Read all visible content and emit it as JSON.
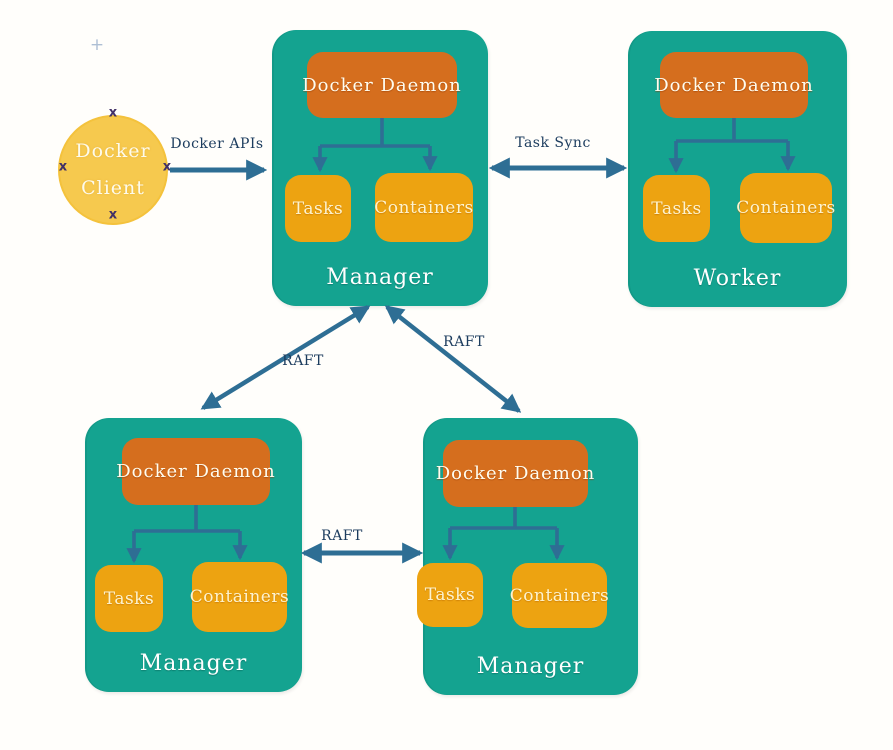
{
  "client": {
    "line1": "Docker",
    "line2": "Client"
  },
  "nodes": [
    {
      "role": "Manager",
      "daemon": "Docker Daemon",
      "tasks": "Tasks",
      "containers": "Containers"
    },
    {
      "role": "Worker",
      "daemon": "Docker Daemon",
      "tasks": "Tasks",
      "containers": "Containers"
    },
    {
      "role": "Manager",
      "daemon": "Docker Daemon",
      "tasks": "Tasks",
      "containers": "Containers"
    },
    {
      "role": "Manager",
      "daemon": "Docker Daemon",
      "tasks": "Tasks",
      "containers": "Containers"
    }
  ],
  "edges": {
    "docker_apis": "Docker APIs",
    "task_sync": "Task Sync",
    "raft_left": "RAFT",
    "raft_right": "RAFT",
    "raft_bottom": "RAFT"
  },
  "marks": {
    "selection_handle": "x",
    "crosshair": "+"
  },
  "colors": {
    "node_fill": "#14a390",
    "daemon_fill": "#d56e1e",
    "subbox_fill": "#eda311",
    "client_fill": "#f6c94e",
    "arrow": "#2e6e94",
    "edge_label_text": "#1c3c5e",
    "background": "#fffefb"
  }
}
